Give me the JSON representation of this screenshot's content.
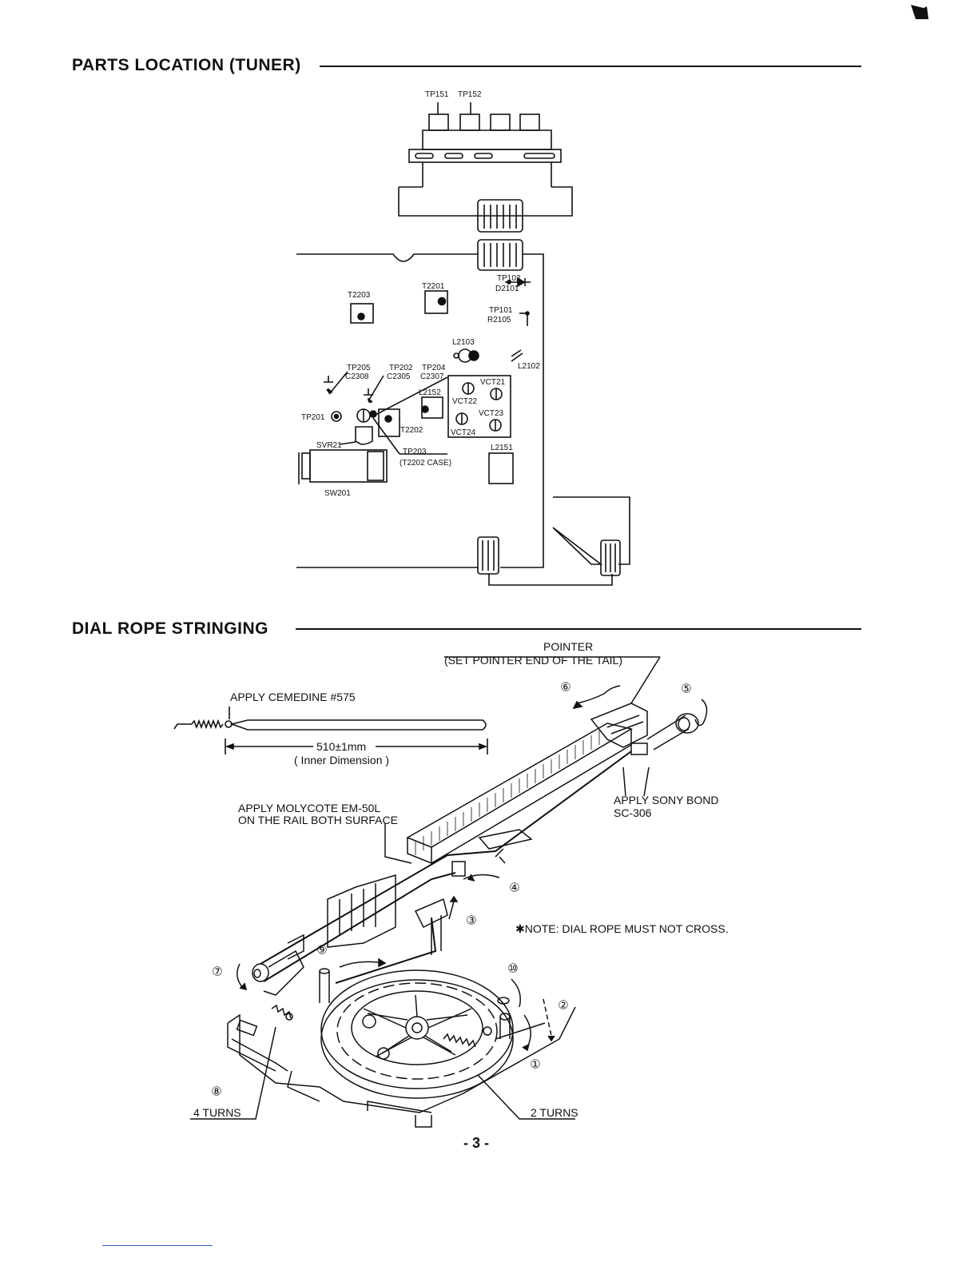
{
  "sections": {
    "parts_location": {
      "title": "PARTS LOCATION (TUNER)"
    },
    "dial_rope": {
      "title": "DIAL ROPE STRINGING"
    }
  },
  "pcb_labels": {
    "tp151": "TP151",
    "tp152": "TP152",
    "tp102": "TP102",
    "d2101": "D2101",
    "t2201": "T2201",
    "t2203": "T2203",
    "tp101": "TP101",
    "r2105": "R2105",
    "l2103": "L2103",
    "l2102": "L2102",
    "tp205": "TP205",
    "c2308": "C2308",
    "tp202": "TP202",
    "c2305": "C2305",
    "tp204": "TP204",
    "c2307": "C2307",
    "l2152": "L2152",
    "vct21": "VCT21",
    "vct22": "VCT22",
    "vct23": "VCT23",
    "vct24": "VCT24",
    "tp201": "TP201",
    "t2202": "T2202",
    "svr21": "SVR21",
    "tp203": "TP203",
    "t2202_case": "(T2202 CASE)",
    "l2151": "L2151",
    "sw201": "SW201"
  },
  "dial_labels": {
    "pointer": "POINTER",
    "pointer_note": "(SET POINTER END OF THE TAIL)",
    "cemedine": "APPLY CEMEDINE #575",
    "dimension": "510±1mm",
    "inner_dimension": "( Inner Dimension )",
    "molycote_1": "APPLY MOLYCOTE EM-50L",
    "molycote_2": "ON THE RAIL BOTH SURFACE",
    "sony_bond_1": "APPLY SONY BOND",
    "sony_bond_2": "SC-306",
    "note": "✱NOTE: DIAL ROPE MUST NOT CROSS.",
    "four_turns": "4 TURNS",
    "two_turns": "2 TURNS"
  },
  "steps": [
    "①",
    "②",
    "③",
    "④",
    "⑤",
    "⑥",
    "⑦",
    "⑧",
    "⑨",
    "⑩"
  ],
  "page_number": "- 3 -"
}
